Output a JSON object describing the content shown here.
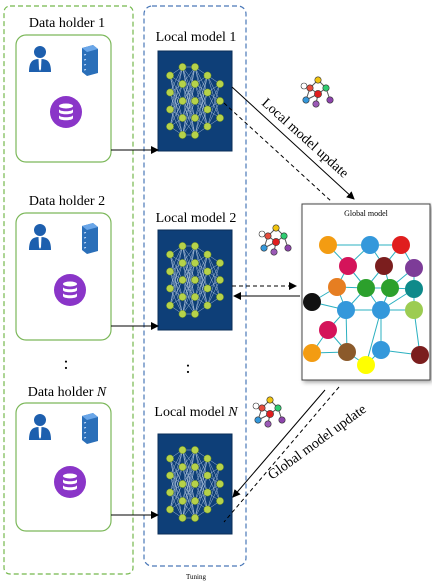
{
  "data_holders": [
    {
      "title": "Data holder 1",
      "title_n": ""
    },
    {
      "title": "Data holder 2",
      "title_n": ""
    },
    {
      "title": "Data holder ",
      "title_n": "N"
    }
  ],
  "local_models": [
    {
      "title": "Local model 1",
      "title_n": ""
    },
    {
      "title": "Local model 2",
      "title_n": ""
    },
    {
      "title": "Local model ",
      "title_n": "N"
    }
  ],
  "ellipsis": ":",
  "local_update_label": "Local model update",
  "global_update_label": "Global model update",
  "global_model_title": "Global model",
  "tuning_label": "Tuning",
  "colors": {
    "outer_green_dashed": "#74b84c",
    "outer_blue_dashed": "#4a78b8",
    "holder_box": "#7cb85a",
    "person": "#1d5fae",
    "server": "#2a6fb9",
    "database": "#8a35c8",
    "nn_bg": "#0e3f78",
    "nn_node": "#b6d24a",
    "graph_edge": "#2bb0c0"
  },
  "global_graph_nodes": [
    "#f39c12",
    "#3498db",
    "#e01e1e",
    "#d4145a",
    "#7b1e1e",
    "#7d3c98",
    "#111111",
    "#e67e22",
    "#2ca02c",
    "#2ca02c",
    "#0e8a8a",
    "#d4145a",
    "#3498db",
    "#3498db",
    "#9ccc52",
    "#f39c12",
    "#8b5a2b",
    "#3498db",
    "#ffff00",
    "#7b1e1e"
  ]
}
